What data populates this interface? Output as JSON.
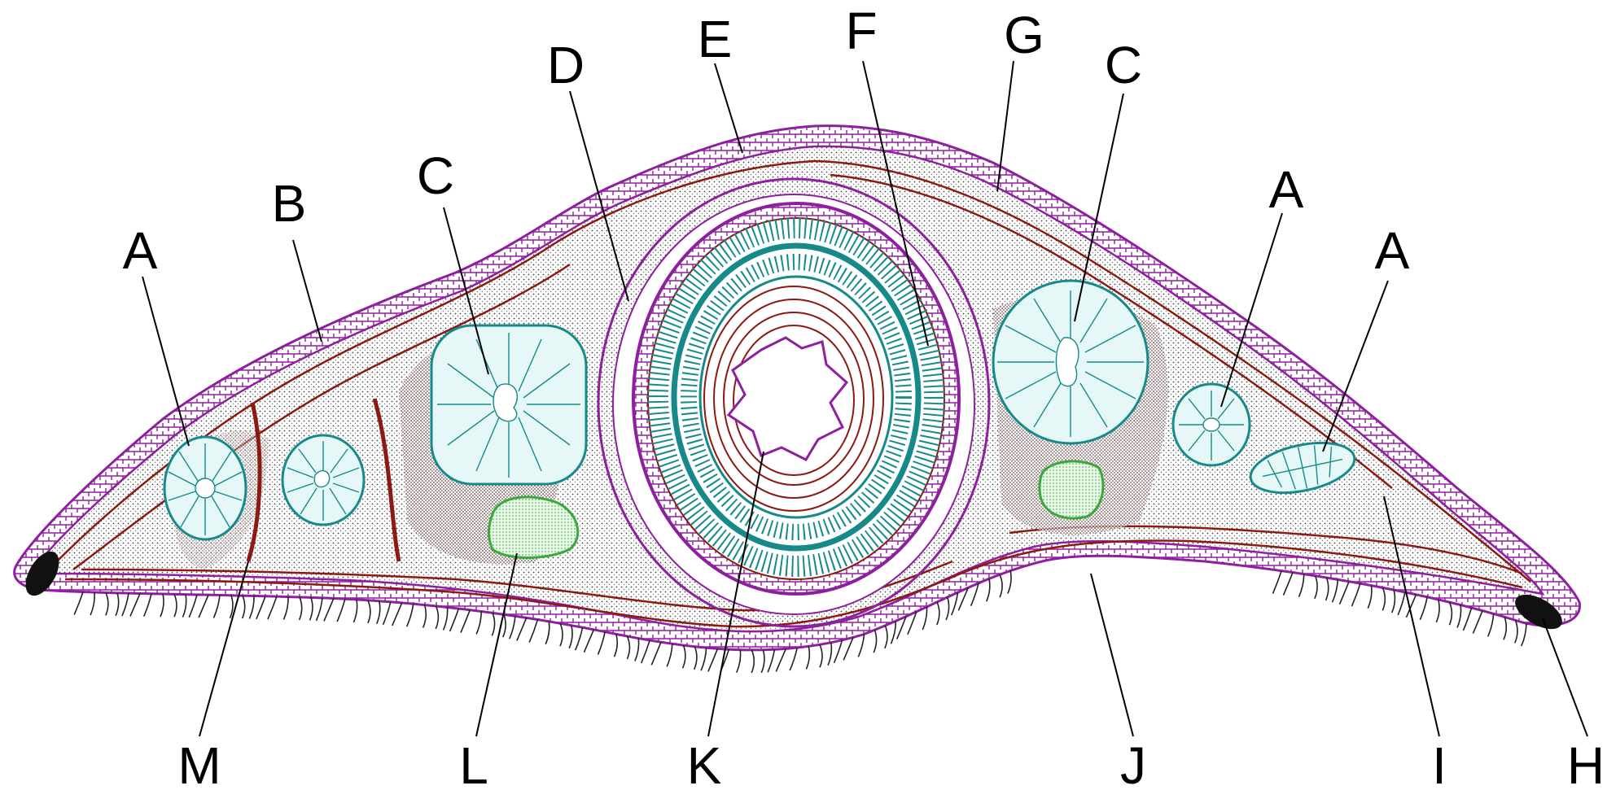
{
  "figure": {
    "labels": {
      "A_left": "A",
      "B": "B",
      "C_left": "C",
      "D": "D",
      "E": "E",
      "F": "F",
      "G": "G",
      "C_right": "C",
      "A_right_upper": "A",
      "A_right_lower": "A",
      "M": "M",
      "L": "L",
      "K": "K",
      "J": "J",
      "I": "I",
      "H": "H"
    }
  },
  "colors": {
    "epidermis": "#8e1f9e",
    "muscle": "#8b1a12",
    "vessel": "#168a8a",
    "gland": "#3aa83a",
    "parenchyma": "#555555",
    "cilia": "#222222",
    "tip": "#111111"
  }
}
